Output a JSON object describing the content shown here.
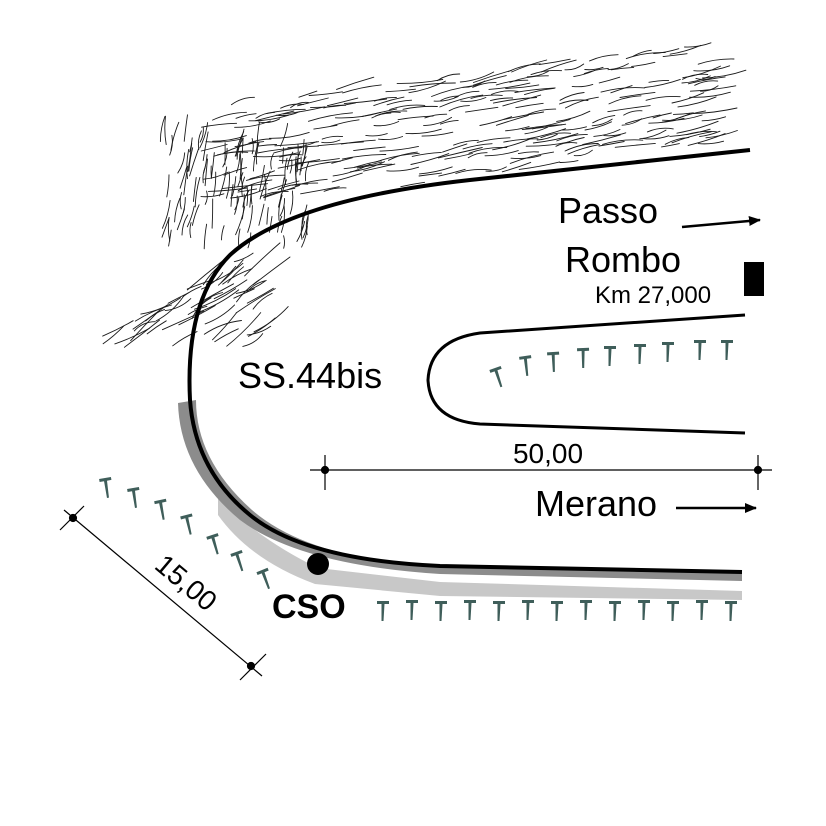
{
  "labels": {
    "road_name": "SS.44bis",
    "destination_up_line1": "Passo",
    "destination_up_line2": "Rombo",
    "km_marker": "Km 27,000",
    "destination_down": "Merano",
    "dim_horizontal": "50,00",
    "dim_diagonal": "15,00",
    "station": "CSO"
  },
  "colors": {
    "road_line": "#000000",
    "shoulder_dark": "#8c8c8c",
    "shoulder_light": "#c8c8c8",
    "vegetation": "#3f5e5a",
    "rock_hatch": "#1a1a1a"
  },
  "icons": {
    "tree_symbol": "tree-icon",
    "station_marker": "station-dot-icon",
    "direction_arrow": "arrow-right-icon",
    "km_post": "km-post-icon"
  }
}
